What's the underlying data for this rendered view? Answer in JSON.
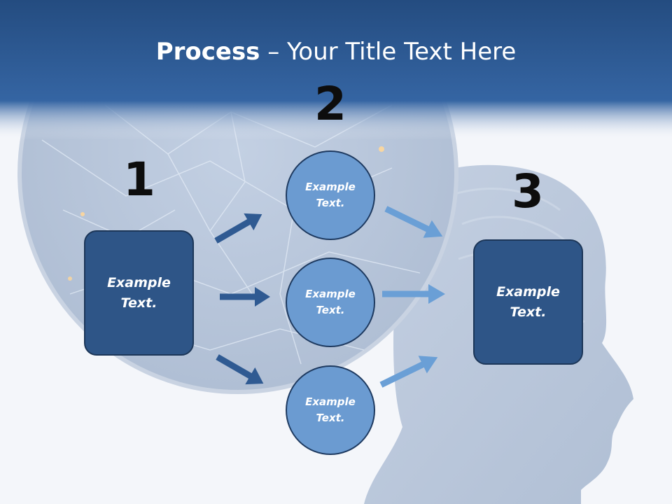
{
  "header": {
    "title_bold": "Process",
    "title_rest": " – Your Title Text Here"
  },
  "steps": {
    "step1": {
      "number": "1",
      "text": "Example Text."
    },
    "step2": {
      "number": "2",
      "items": [
        {
          "text": "Example Text."
        },
        {
          "text": "Example Text."
        },
        {
          "text": "Example Text."
        }
      ]
    },
    "step3": {
      "number": "3",
      "text": "Example Text."
    }
  },
  "colors": {
    "header_band": "#2e5b94",
    "box_fill": "#2e5587",
    "circle_fill": "#6b9bd1",
    "arrow_dark": "#2f5a92",
    "arrow_light": "#6a9fd6"
  },
  "icons": {
    "arrow": "arrow-right-icon"
  }
}
